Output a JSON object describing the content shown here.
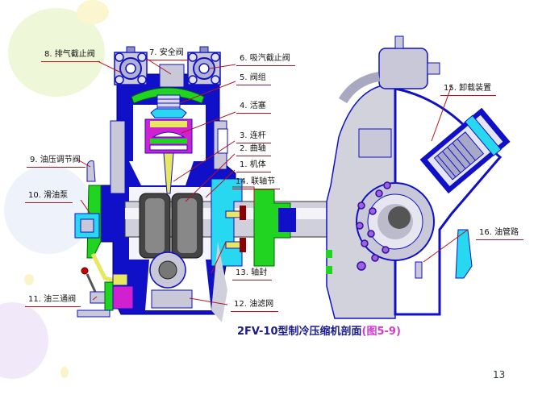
{
  "slide": {
    "page_number": "13",
    "caption": {
      "title": "2FV-10型制冷压缩机剖面",
      "ref_open": "(",
      "ref": "图5-9",
      "ref_close": ")"
    },
    "colors": {
      "body_blue": "#1010c8",
      "metal_gray": "#c8c8d8",
      "green": "#22d422",
      "magenta": "#d020d0",
      "yellow": "#e8e860",
      "cyan": "#28d8f0",
      "leader_red": "#b5141e",
      "caption_blue": "#1a1a8c",
      "caption_ref": "#d13bd1"
    }
  },
  "labels": [
    {
      "id": "1",
      "text": "1. 机体"
    },
    {
      "id": "2",
      "text": "2. 曲轴"
    },
    {
      "id": "3",
      "text": "3. 连杆"
    },
    {
      "id": "4",
      "text": "4. 活塞"
    },
    {
      "id": "5",
      "text": "5. 阀组"
    },
    {
      "id": "6",
      "text": "6. 吸汽截止阀"
    },
    {
      "id": "7",
      "text": "7. 安全阀"
    },
    {
      "id": "8",
      "text": "8. 排气截止阀"
    },
    {
      "id": "9",
      "text": "9. 油压调节阀"
    },
    {
      "id": "10",
      "text": "10. 滑油泵"
    },
    {
      "id": "11",
      "text": "11. 油三通阀"
    },
    {
      "id": "12",
      "text": "12. 油滤网"
    },
    {
      "id": "13",
      "text": "13. 轴封"
    },
    {
      "id": "14",
      "text": "14. 联轴节"
    },
    {
      "id": "15",
      "text": "15. 卸载装置"
    },
    {
      "id": "16",
      "text": "16. 油管路"
    }
  ]
}
